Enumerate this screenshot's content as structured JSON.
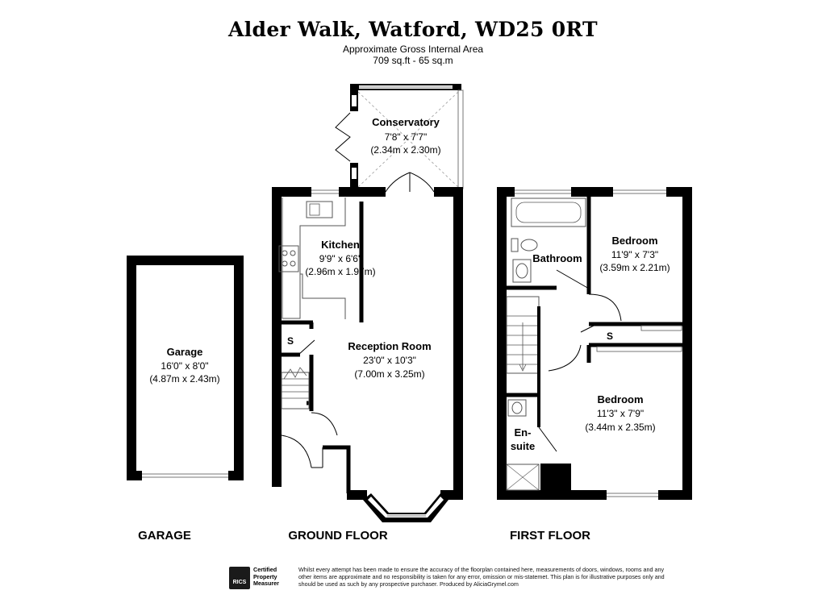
{
  "header": {
    "title": "Alder Walk, Watford,  WD25 0RT",
    "area_label": "Approximate Gross Internal Area",
    "area_value": "709 sq.ft - 65 sq.m"
  },
  "rooms": {
    "conservatory": {
      "name": "Conservatory",
      "imperial": "7'8\" x 7'7\"",
      "metric": "(2.34m x 2.30m)"
    },
    "kitchen": {
      "name": "Kitchen",
      "imperial": "9'9\" x 6'6\"",
      "metric": "(2.96m x 1.97m)"
    },
    "reception": {
      "name": "Reception Room",
      "imperial": "23'0\" x 10'3\"",
      "metric": "(7.00m x 3.25m)"
    },
    "garage": {
      "name": "Garage",
      "imperial": "16'0\" x 8'0\"",
      "metric": "(4.87m x 2.43m)"
    },
    "bathroom": {
      "name": "Bathroom"
    },
    "bedroom1": {
      "name": "Bedroom",
      "imperial": "11'9\" x 7'3\"",
      "metric": "(3.59m x 2.21m)"
    },
    "bedroom2": {
      "name": "Bedroom",
      "imperial": "11'3\" x 7'9\"",
      "metric": "(3.44m x 2.35m)"
    },
    "ensuite": {
      "line1": "En-",
      "line2": "suite"
    },
    "storage": "S"
  },
  "floors": {
    "garage": "GARAGE",
    "ground": "GROUND FLOOR",
    "first": "FIRST FLOOR"
  },
  "footer": {
    "badge_logo": "RICS",
    "badge_line1": "Certified",
    "badge_line2": "Property",
    "badge_line3": "Measurer",
    "disclaimer": "Whilst every attempt has been made to ensure the accuracy of the floorplan contained here, measurements of doors, windows, rooms and any other items are approximate and no responsibility is taken for any error, omission or mis-statemet. This plan is for illustrative purposes only and should be used as such by any prospective purchaser. Produced by AliciaGrymel.com"
  },
  "colors": {
    "wall": "#000000",
    "fixture": "#555555",
    "background": "#ffffff"
  }
}
